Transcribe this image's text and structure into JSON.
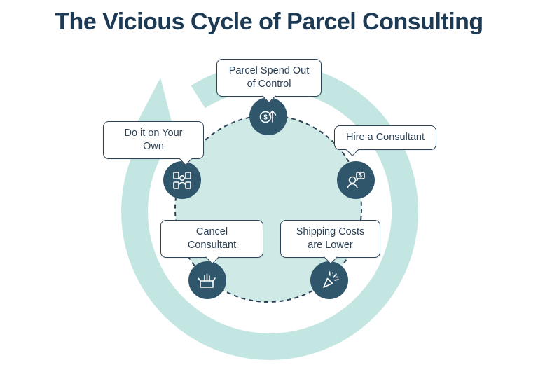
{
  "title": "The Vicious Cycle of Parcel Consulting",
  "colors": {
    "title_text": "#1d3a55",
    "node_fill": "#30566b",
    "ring": "#c3e6e2",
    "center_fill": "#cfeae6",
    "outline": "#2c4257"
  },
  "cycle": {
    "direction": "clockwise",
    "steps": [
      {
        "id": "parcel-spend",
        "label": "Parcel Spend Out\nof Control",
        "icon": "dollar-growth-icon"
      },
      {
        "id": "hire-consultant",
        "label": "Hire a Consultant",
        "icon": "consultant-icon"
      },
      {
        "id": "shipping-costs-lower",
        "label": "Shipping Costs\nare Lower",
        "icon": "celebration-icon"
      },
      {
        "id": "cancel-consultant",
        "label": "Cancel\nConsultant",
        "icon": "packed-box-icon"
      },
      {
        "id": "do-it-yourself",
        "label": "Do it on Your\nOwn",
        "icon": "team-documents-icon"
      }
    ]
  }
}
